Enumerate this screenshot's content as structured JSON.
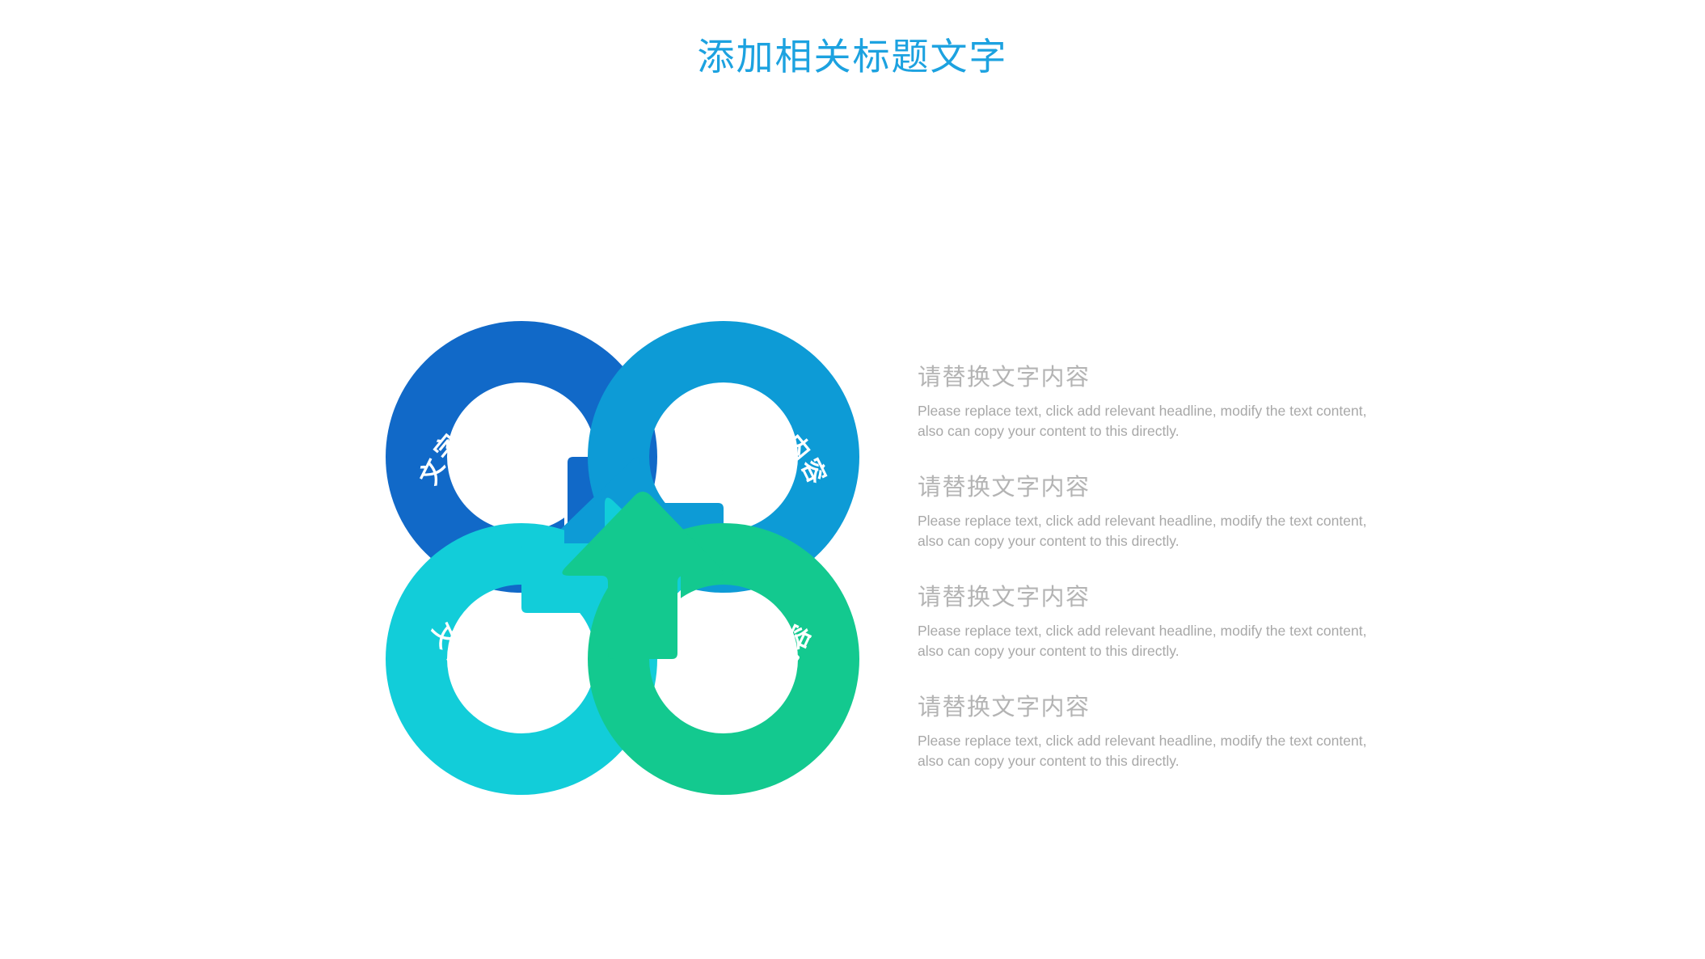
{
  "slide": {
    "title": "添加相关标题文字",
    "title_color": "#1ca2e0",
    "background_color": "#ffffff"
  },
  "diagram": {
    "type": "four-ring-converging-arrows",
    "segments": [
      {
        "position": "top-left",
        "label": "文字内容",
        "color": "#1169c8",
        "arrow_direction": "down"
      },
      {
        "position": "top-right",
        "label": "文字内容",
        "color": "#0d9bd6",
        "arrow_direction": "left"
      },
      {
        "position": "bottom-left",
        "label": "文字内容",
        "color": "#12cdd9",
        "arrow_direction": "right"
      },
      {
        "position": "bottom-right",
        "label": "文字内容",
        "color": "#13c98f",
        "arrow_direction": "up"
      }
    ]
  },
  "text_blocks": [
    {
      "heading": "请替换文字内容",
      "body": "Please replace text, click add relevant headline, modify the text content, also can copy your content to this directly."
    },
    {
      "heading": "请替换文字内容",
      "body": "Please replace text, click add relevant headline, modify the text content, also can copy your content to this directly."
    },
    {
      "heading": "请替换文字内容",
      "body": "Please replace text, click add relevant headline, modify the text content, also can copy your content to this directly."
    },
    {
      "heading": "请替换文字内容",
      "body": "Please replace text, click add relevant headline, modify the text content, also can copy your content to this directly."
    }
  ]
}
